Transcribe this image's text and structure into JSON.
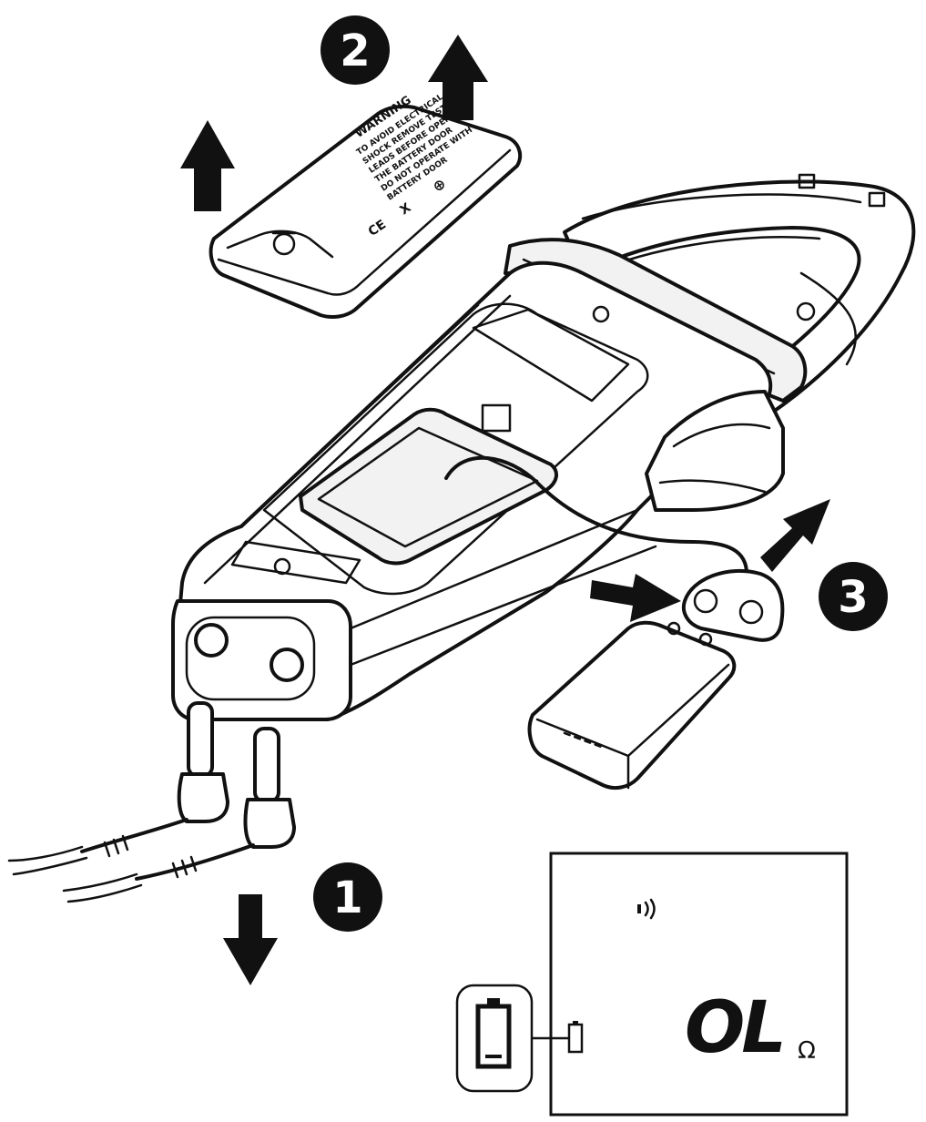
{
  "steps": [
    {
      "label": "1",
      "action": "disconnect-test-leads"
    },
    {
      "label": "2",
      "action": "remove-battery-cover"
    },
    {
      "label": "3",
      "action": "replace-battery"
    }
  ],
  "battery_cover": {
    "warning_title": "WARNING",
    "warning_lines": [
      "TO AVOID ELECTRICAL",
      "SHOCK REMOVE TEST",
      "LEADS BEFORE OPENING",
      "THE BATTERY DOOR",
      "DO NOT OPERATE WITH",
      "BATTERY DOOR"
    ],
    "marks": [
      "CE",
      "X",
      "⊕"
    ]
  },
  "lcd_display": {
    "reading": "OL",
    "unit": "Ω",
    "sound_indicator_icon": "continuity-beep-icon",
    "battery_indicator_icon": "low-battery-icon"
  },
  "colors": {
    "ink": "#111111",
    "paper": "#ffffff",
    "badge": "#111111"
  }
}
